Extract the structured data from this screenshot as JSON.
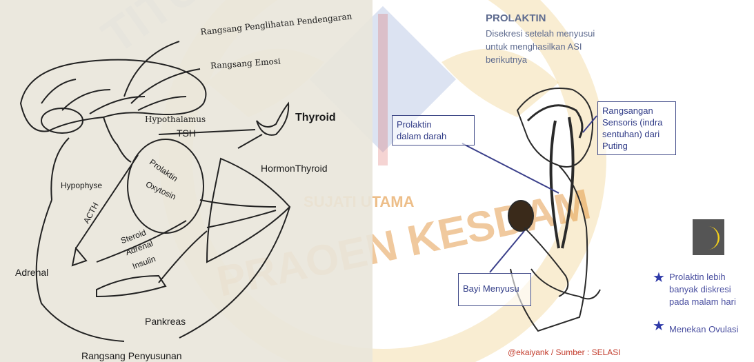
{
  "left_diagram": {
    "labels": {
      "rangsang_penglihatan": "Rangsang Penglihatan Pendengaran",
      "rangsang_emosi": "Rangsang Emosi",
      "hypothalamus": "Hypothalamus",
      "tsh": "TSH",
      "thyroid": "Thyroid",
      "hormon_thyroid": "HormonThyroid",
      "hypophyse": "Hypophyse",
      "prolaktin": "Prolaktin",
      "oxytosin": "Oxytosin",
      "acth": "ACTH",
      "steroid": "Steroid",
      "adrenal_hormone": "Adrenal",
      "insulin": "Insulin",
      "adrenal": "Adrenal",
      "pankreas": "Pankreas",
      "rangsang_penyusunan": "Rangsang Penyusunan"
    }
  },
  "right_diagram": {
    "title": "PROLAKTIN",
    "subtitle_lines": [
      "Disekresi setelah menyusui",
      "untuk menghasilkan ASI",
      "berikutnya"
    ],
    "box_prolaktin": [
      "Prolaktin",
      "dalam darah"
    ],
    "box_rangsangan": [
      "Rangsangan",
      "Sensoris (indra",
      "sentuhan) dari",
      "Puting"
    ],
    "box_bayi": "Bayi Menyusu",
    "notes": [
      {
        "lines": [
          "Prolaktin lebih",
          "banyak diskresi",
          "pada malam hari"
        ]
      },
      {
        "lines": [
          "Menekan Ovulasi"
        ]
      }
    ],
    "credit": "@ekaiyank / Sumber : SELASI"
  },
  "watermark_text": [
    "TITUT",
    "SUJATI UTAMA",
    "PRAOEN KESDAM"
  ],
  "colors": {
    "box_border": "#404a88",
    "star": "#2f3aa8",
    "moon": "#f6d21a",
    "credit": "#c23a2a"
  }
}
